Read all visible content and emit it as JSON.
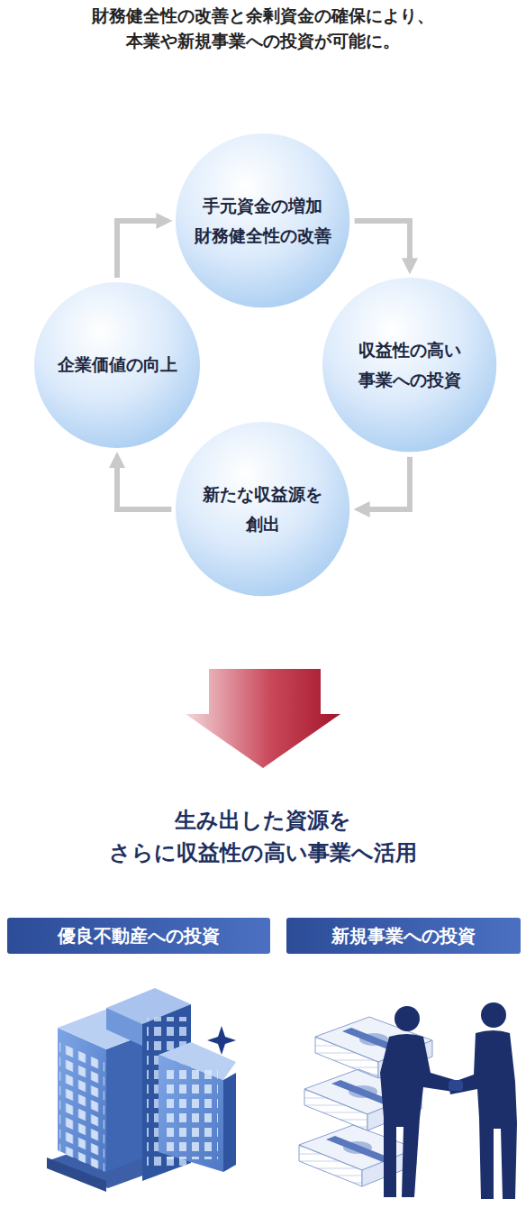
{
  "diagram": {
    "title": "財務健全性の改善と余剰資金の確保により、 本業や新規事業への投資が可能に。",
    "nodes": [
      {
        "text": [
          "手元資金の増加 財務健全性の改善"
        ]
      },
      {
        "text": [
          "収益性の高い 事業への投資"
        ]
      },
      {
        "text": [
          "新たな収益源を 創出"
        ]
      },
      {
        "text": [
          "企業価値の向上"
        ]
      },
      {
        "text": [
          "優良不動産への投資"
        ]
      },
      {
        "text": [
          "新規事業への投資"
        ]
      }
    ],
    "edges": [
      {
        "from": 0,
        "to": 1,
        "arrow": "to"
      },
      {
        "from": 1,
        "to": 2,
        "arrow": "to"
      },
      {
        "from": 2,
        "to": 3,
        "arrow": "to"
      },
      {
        "from": 3,
        "to": 0,
        "arrow": "to"
      }
    ],
    "labels": [
      "生み出した資源を さらに収益性の高い事業へ活用"
    ]
  }
}
